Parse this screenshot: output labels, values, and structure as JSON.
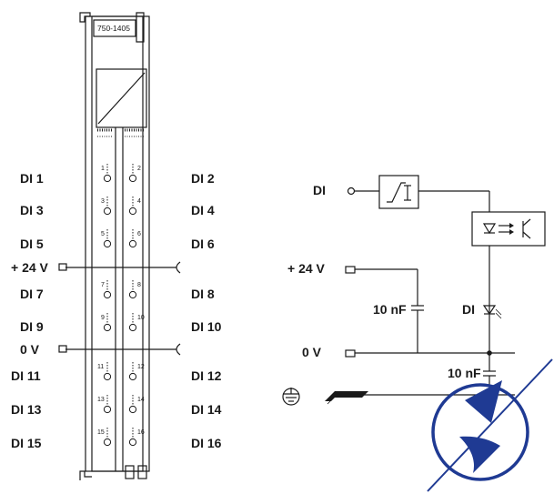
{
  "module": {
    "part_number": "750-1405"
  },
  "terminal_labels": {
    "left": [
      "DI 1",
      "DI 3",
      "DI 5",
      "+ 24 V",
      "DI 7",
      "DI 9",
      "0 V",
      "DI 11",
      "DI 13",
      "DI 15"
    ],
    "right": [
      "DI 2",
      "DI 4",
      "DI 6",
      "DI 8",
      "DI 10",
      "DI 12",
      "DI 14",
      "DI 16"
    ]
  },
  "terminal_numbers": [
    "1",
    "2",
    "3",
    "4",
    "5",
    "6",
    "7",
    "8",
    "9",
    "10",
    "11",
    "12",
    "13",
    "14",
    "15",
    "16"
  ],
  "schematic": {
    "input_label": "DI",
    "supply_label": "+ 24 V",
    "ground_label": "0 V",
    "capacitor_1": "10 nF",
    "capacitor_2": "10 nF",
    "led_label": "DI"
  }
}
